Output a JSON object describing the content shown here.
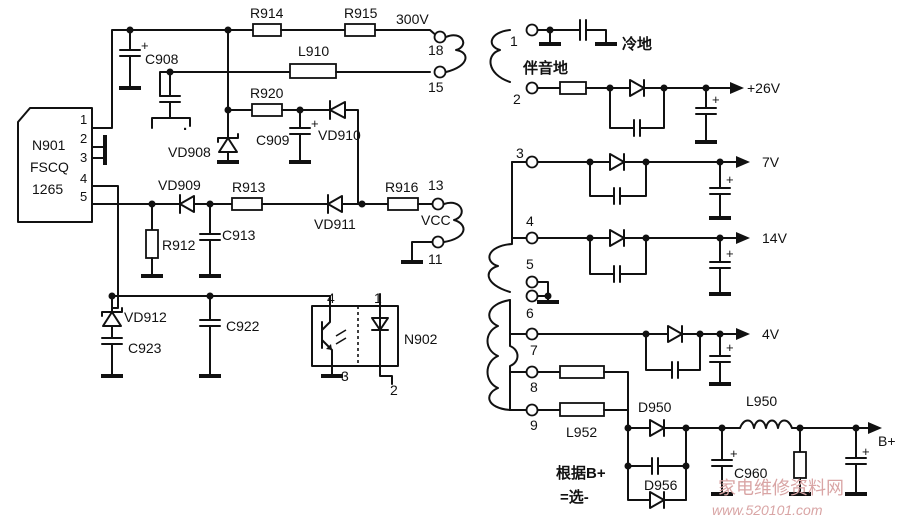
{
  "ic": {
    "ref": "N901",
    "line1": "FSCQ",
    "line2": "1265",
    "pins": [
      "1",
      "2",
      "3",
      "4",
      "5"
    ]
  },
  "resistors": {
    "r914": "R914",
    "r915": "R915",
    "r920": "R920",
    "r913": "R913",
    "r916": "R916",
    "r912": "R912"
  },
  "capacitors": {
    "c908": "C908",
    "c909": "C909",
    "c913": "C913",
    "c922": "C922",
    "c923": "C923",
    "c960": "C960"
  },
  "diodes": {
    "vd908": "VD908",
    "vd910": "VD910",
    "vd909": "VD909",
    "vd911": "VD911",
    "vd912": "VD912",
    "d950": "D950",
    "d956": "D956"
  },
  "inductors": {
    "l910": "L910",
    "l952": "L952",
    "l950": "L950"
  },
  "optocoupler": {
    "ref": "N902",
    "pin1": "1",
    "pin2": "2",
    "pin3": "3",
    "pin4": "4"
  },
  "voltages": {
    "v300": "300V",
    "vcc": "VCC"
  },
  "primary_pins": {
    "p18": "18",
    "p15": "15",
    "p13": "13",
    "p11": "11"
  },
  "secondary_pins": {
    "p1": "1",
    "p2": "2",
    "p3": "3",
    "p4": "4",
    "p5": "5",
    "p6": "6",
    "p7": "7",
    "p8": "8",
    "p9": "9"
  },
  "grounds": {
    "cold": "冷地",
    "audio": "伴音地"
  },
  "outputs": {
    "v26": "+26V",
    "v7": "7V",
    "v14": "14V",
    "v4": "4V",
    "bplus": "B+"
  },
  "notes": {
    "select_line1": "根据B+",
    "select_line2": "=选-"
  },
  "watermark": {
    "site": "家电维修资料网",
    "url": "www.520101.com"
  }
}
